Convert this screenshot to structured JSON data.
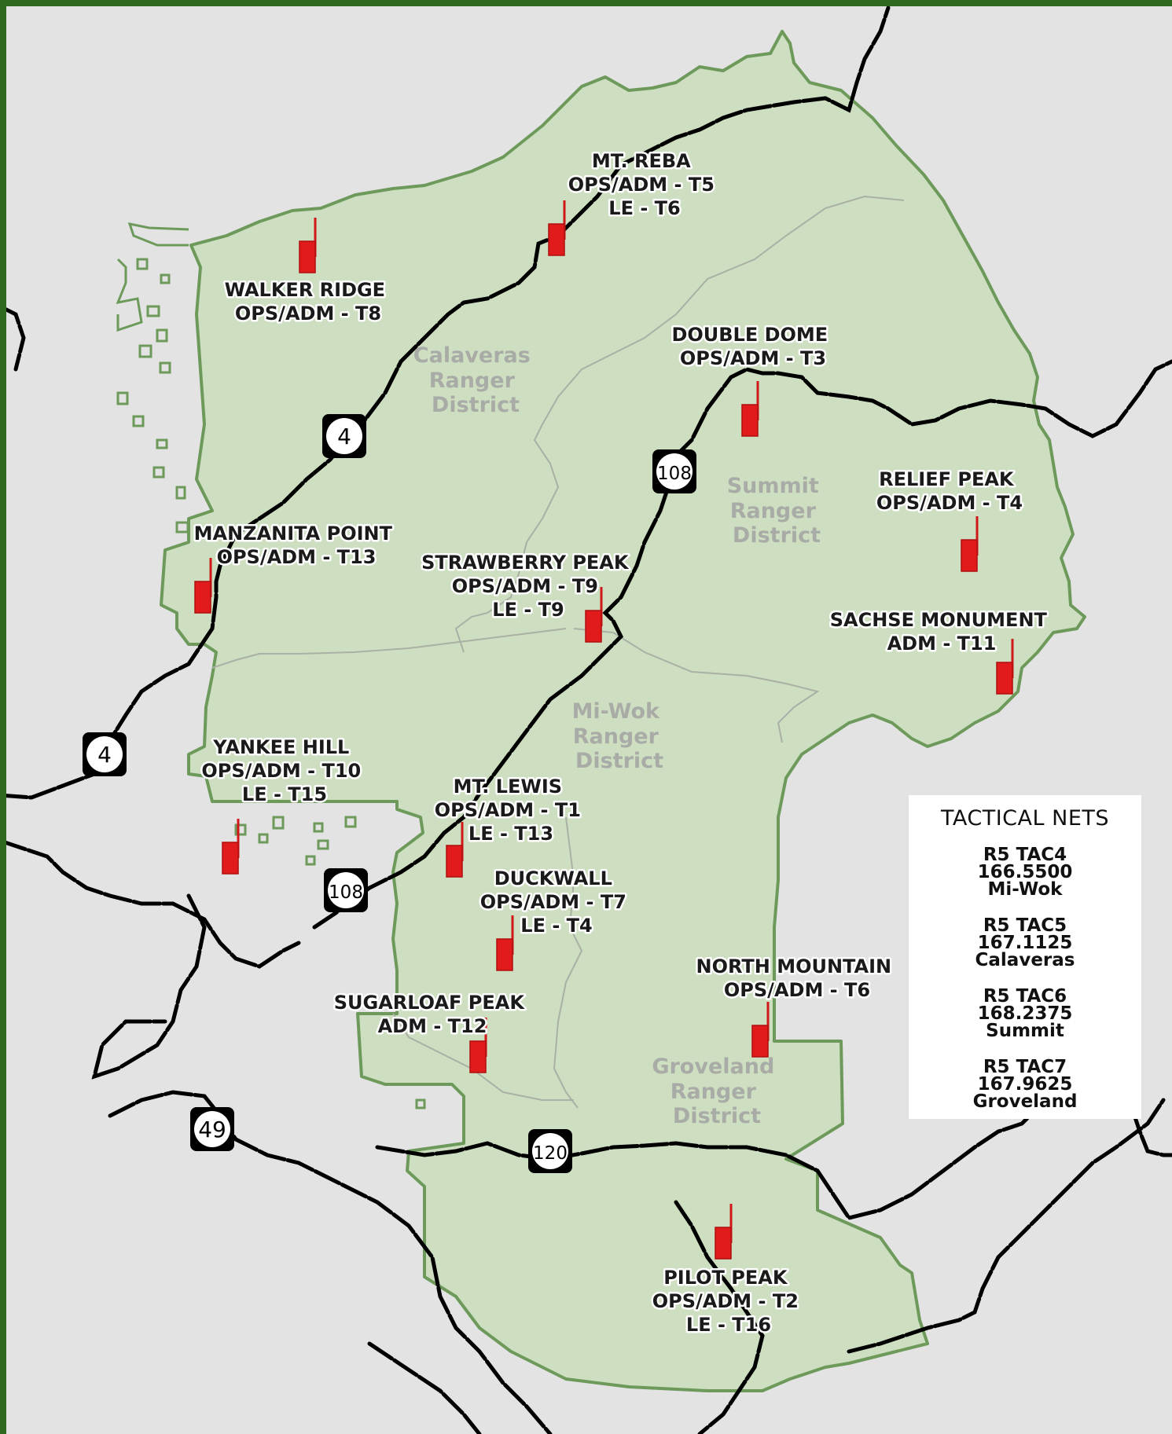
{
  "map": {
    "colors": {
      "background": "#e3e3e3",
      "forest_fill": "#cddec1",
      "forest_stroke": "#6d9a5b",
      "frame": "#2d6a1e",
      "road": "#000000",
      "tower": "#e11b1b",
      "district_label": "#a9aca6"
    }
  },
  "districts": [
    {
      "lines": [
        "Calaveras",
        "Ranger",
        "District"
      ]
    },
    {
      "lines": [
        "Summit",
        "Ranger",
        "District"
      ]
    },
    {
      "lines": [
        "Mi-Wok",
        "Ranger",
        "District"
      ]
    },
    {
      "lines": [
        "Groveland",
        "Ranger",
        "District"
      ]
    }
  ],
  "highways": [
    "4",
    "108",
    "108",
    "4",
    "49",
    "120"
  ],
  "sites": [
    {
      "lines": [
        "MT. REBA",
        "OPS/ADM - T5",
        "LE - T6"
      ]
    },
    {
      "lines": [
        "WALKER RIDGE",
        "OPS/ADM - T8"
      ]
    },
    {
      "lines": [
        "DOUBLE DOME",
        "OPS/ADM - T3"
      ]
    },
    {
      "lines": [
        "RELIEF PEAK",
        "OPS/ADM - T4"
      ]
    },
    {
      "lines": [
        "MANZANITA POINT",
        "OPS/ADM - T13"
      ]
    },
    {
      "lines": [
        "STRAWBERRY PEAK",
        "OPS/ADM - T9",
        "LE - T9"
      ]
    },
    {
      "lines": [
        "SACHSE MONUMENT",
        "ADM - T11"
      ]
    },
    {
      "lines": [
        "YANKEE HILL",
        "OPS/ADM - T10",
        "LE - T15"
      ]
    },
    {
      "lines": [
        "MT. LEWIS",
        "OPS/ADM - T1",
        "LE - T13"
      ]
    },
    {
      "lines": [
        "DUCKWALL",
        "OPS/ADM - T7",
        "LE - T4"
      ]
    },
    {
      "lines": [
        "NORTH MOUNTAIN",
        "OPS/ADM - T6"
      ]
    },
    {
      "lines": [
        "SUGARLOAF PEAK",
        "ADM - T12"
      ]
    },
    {
      "lines": [
        "PILOT PEAK",
        "OPS/ADM - T2",
        "LE - T16"
      ]
    }
  ],
  "tactical_nets": {
    "title": "TACTICAL NETS",
    "nets": [
      {
        "name": "R5 TAC4",
        "freq": "166.5500",
        "district": "Mi-Wok"
      },
      {
        "name": "R5 TAC5",
        "freq": "167.1125",
        "district": "Calaveras"
      },
      {
        "name": "R5 TAC6",
        "freq": "168.2375",
        "district": "Summit"
      },
      {
        "name": "R5 TAC7",
        "freq": "167.9625",
        "district": "Groveland"
      }
    ]
  }
}
